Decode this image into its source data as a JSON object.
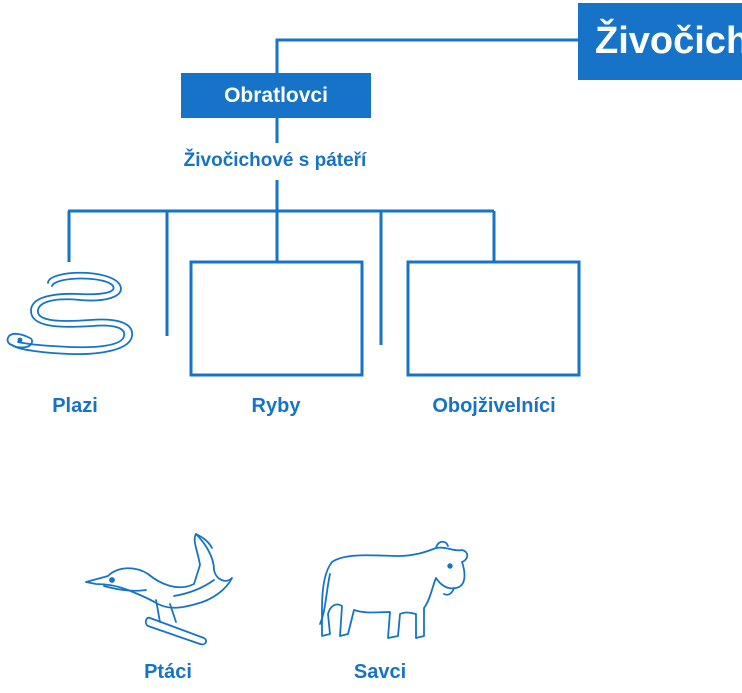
{
  "title": "Živočichové",
  "top_node": "Obratlovci",
  "subtitle": "Živočichové s páteří",
  "groups": {
    "plazi": "Plazi",
    "ryby": "Ryby",
    "obojzivelnici": "Obojživelníci",
    "ptaci": "Ptáci",
    "savci": "Savci"
  },
  "colors": {
    "accent": "#1673c8",
    "background": "#ffffff"
  },
  "icons": {
    "plazi": "snake-icon",
    "ptaci": "bird-icon",
    "savci": "cow-icon"
  }
}
